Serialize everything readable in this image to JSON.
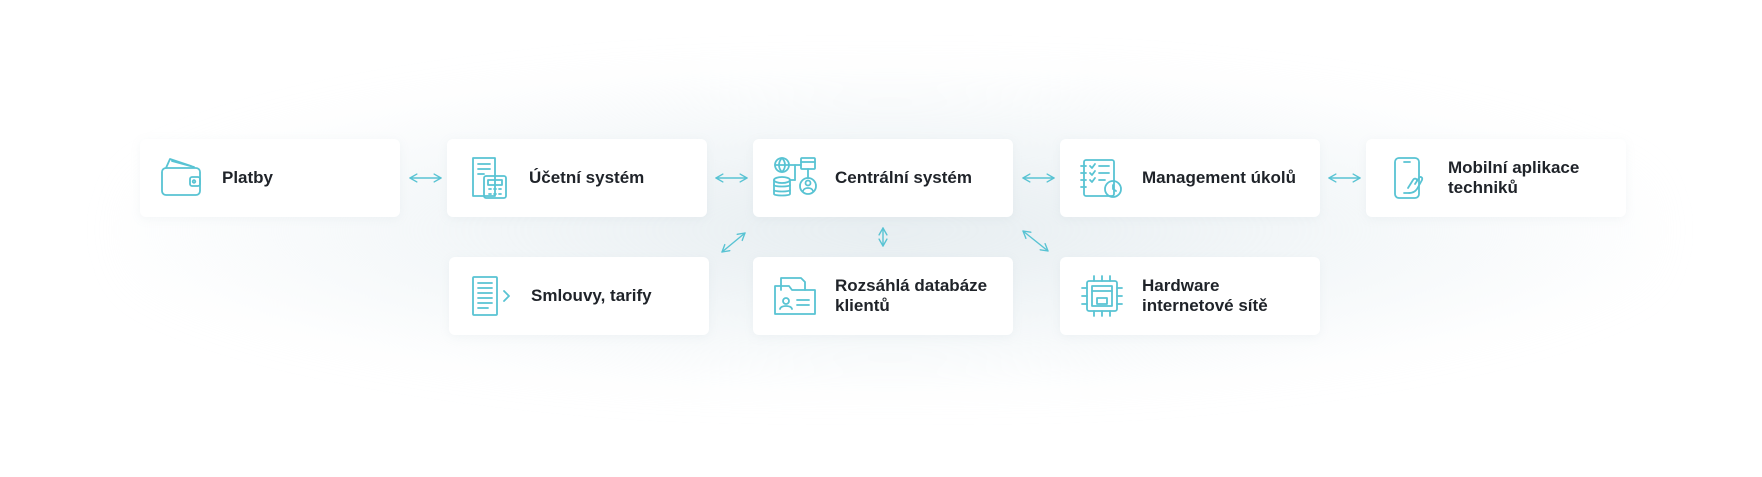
{
  "colors": {
    "accent": "#58c3d3",
    "text": "#1f2329",
    "card_bg": "#ffffff"
  },
  "nodes": {
    "payments": {
      "label": "Platby",
      "icon": "wallet-icon"
    },
    "accounting": {
      "label": "Účetní systém",
      "icon": "calculator-document-icon"
    },
    "central": {
      "label": "Centrální systém",
      "icon": "database-network-icon"
    },
    "tasks": {
      "label": "Management úkolů",
      "icon": "checklist-clock-icon"
    },
    "mobile": {
      "label": "Mobilní aplikace\ntechniků",
      "icon": "mobile-hand-icon"
    },
    "contracts": {
      "label": "Smlouvy, tarify",
      "icon": "document-list-icon"
    },
    "clients": {
      "label": "Rozsáhlá databáze\nklientů",
      "icon": "folder-id-card-icon"
    },
    "hardware": {
      "label": "Hardware\ninternetové sítě",
      "icon": "chip-icon"
    }
  },
  "connections": [
    {
      "from": "payments",
      "to": "accounting"
    },
    {
      "from": "accounting",
      "to": "central"
    },
    {
      "from": "central",
      "to": "tasks"
    },
    {
      "from": "tasks",
      "to": "mobile"
    },
    {
      "from": "central",
      "to": "contracts"
    },
    {
      "from": "central",
      "to": "clients"
    },
    {
      "from": "central",
      "to": "hardware"
    }
  ]
}
